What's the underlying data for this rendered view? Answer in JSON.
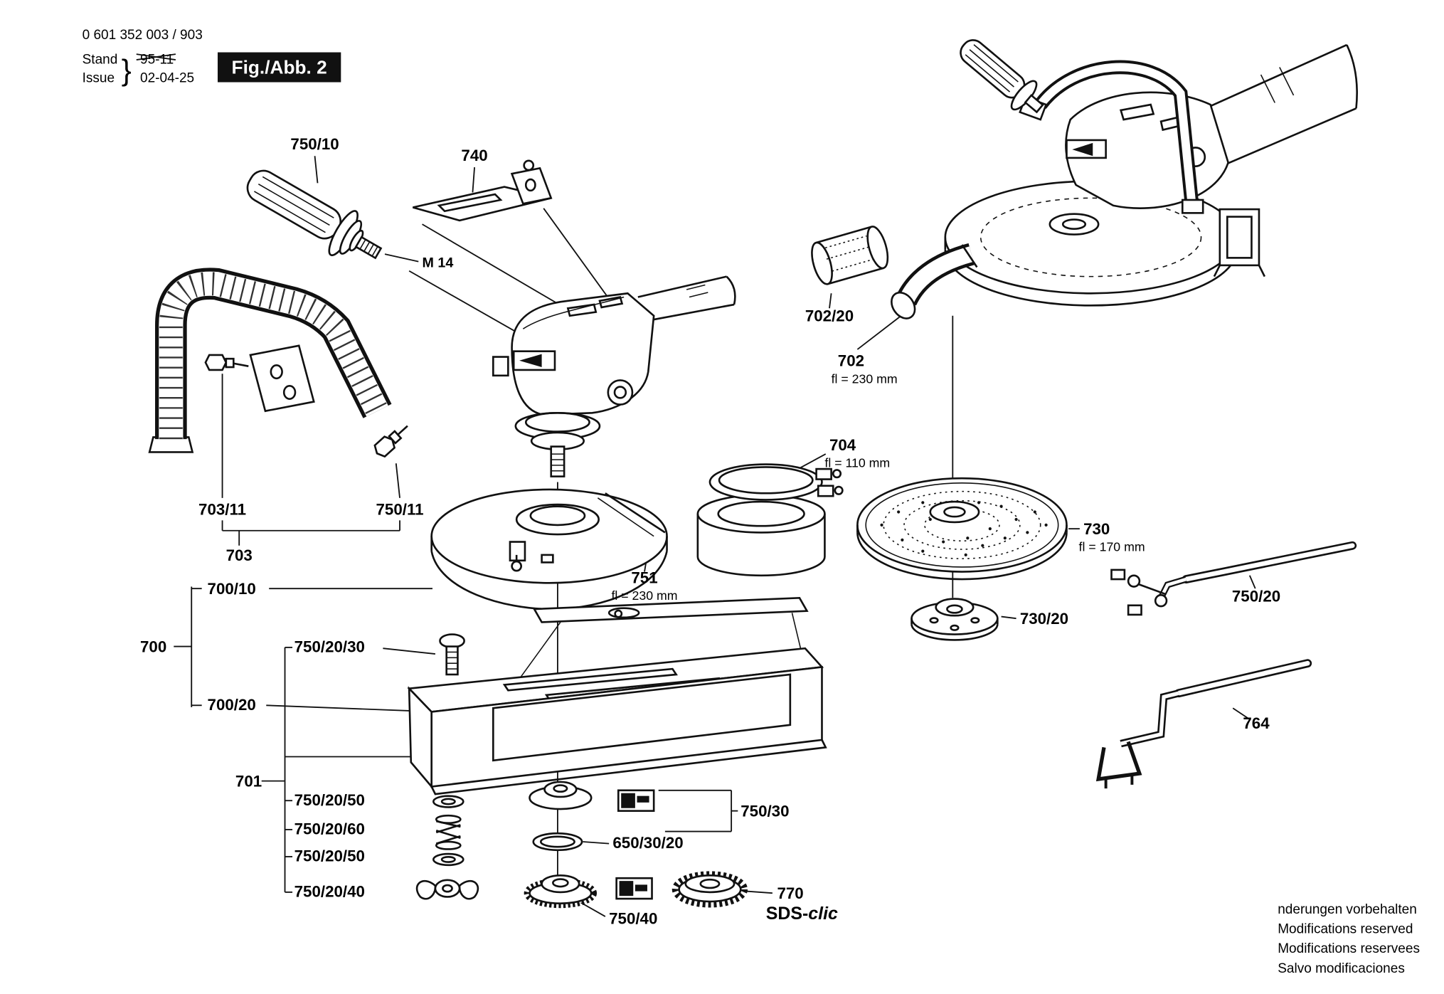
{
  "meta": {
    "part_number": "0 601 352 003 / 903",
    "stand_label": "Stand",
    "stand_value": "95-11",
    "issue_label": "Issue",
    "issue_value": "02-04-25",
    "brace": "}",
    "figure_label": "Fig./Abb. 2"
  },
  "labels": {
    "l750_10": "750/10",
    "l740": "740",
    "m14": "M 14",
    "l703_11": "703/11",
    "l750_11": "750/11",
    "l703": "703",
    "l702_20": "702/20",
    "l702": "702",
    "l702_dim": "fl = 230 mm",
    "l704": "704",
    "l704_dim": "fl = 110 mm",
    "l751": "751",
    "l751_dim": "fl = 230 mm",
    "l730": "730",
    "l730_dim": "fl = 170 mm",
    "l730_20": "730/20",
    "l750_20": "750/20",
    "l700_10": "700/10",
    "l700": "700",
    "l750_20_30": "750/20/30",
    "l700_20": "700/20",
    "l701": "701",
    "l750_20_50a": "750/20/50",
    "l750_20_60": "750/20/60",
    "l750_20_50b": "750/20/50",
    "l750_20_40": "750/20/40",
    "l750_30": "750/30",
    "l650_30_20": "650/30/20",
    "l750_40": "750/40",
    "l770": "770",
    "l770_sds": "SDS-",
    "l770_clic": "clic",
    "l764": "764"
  },
  "footer": {
    "line1": "nderungen vorbehalten",
    "line2": "Modifications reserved",
    "line3": "Modifications reservees",
    "line4": "Salvo modificaciones"
  }
}
